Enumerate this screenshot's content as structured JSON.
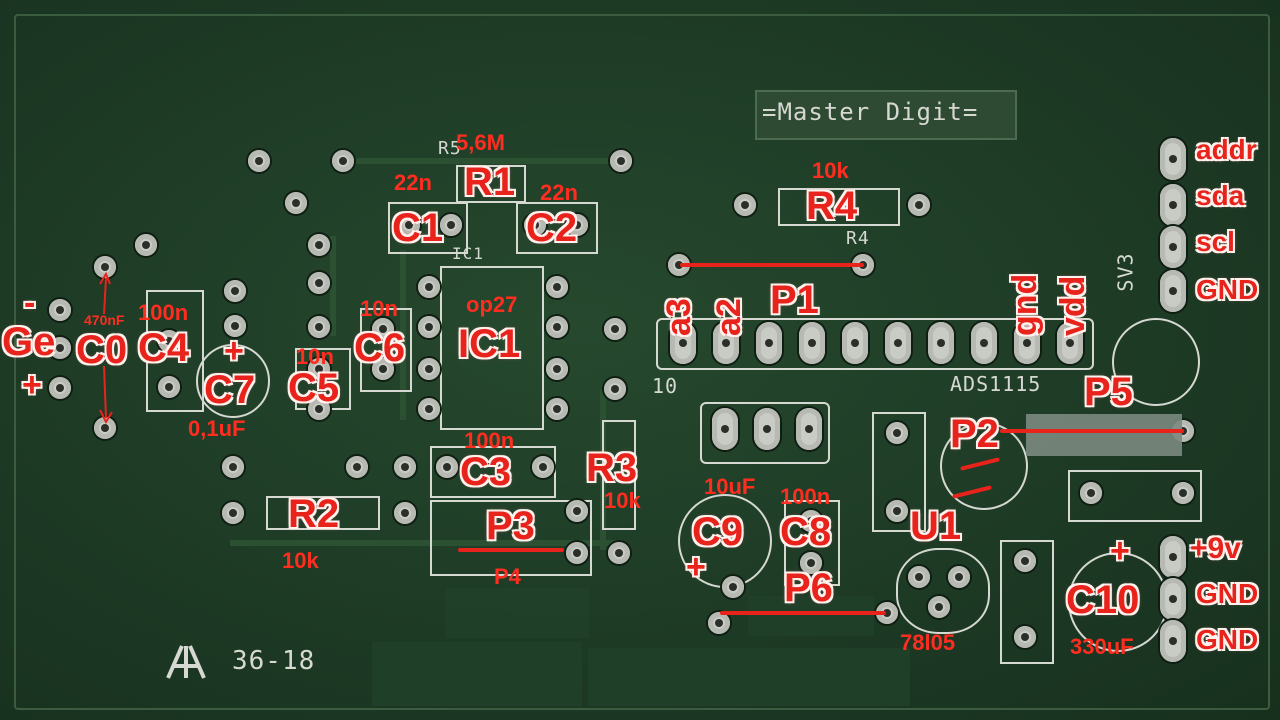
{
  "board": {
    "title": "=Master Digit=",
    "revision": "36-18",
    "logo_icon": "maker-logo-icon"
  },
  "components": {
    "r1": {
      "ref": "R1",
      "value": "5,6M",
      "silk_ref": "R5"
    },
    "r2": {
      "ref": "R2",
      "value": "10k"
    },
    "r3": {
      "ref": "R3",
      "value": "10k"
    },
    "r4": {
      "ref": "R4",
      "value": "10k",
      "silk_ref": "R4"
    },
    "c0": {
      "ref": "C0",
      "value": "470nF"
    },
    "c1": {
      "ref": "C1",
      "value": "22n"
    },
    "c2": {
      "ref": "C2",
      "value": "22n"
    },
    "c3": {
      "ref": "C3",
      "value": "100n"
    },
    "c4": {
      "ref": "C4",
      "value": "100n"
    },
    "c5": {
      "ref": "C5",
      "value": "10n"
    },
    "c6": {
      "ref": "C6",
      "value": "10n"
    },
    "c7": {
      "ref": "C7",
      "value": "0,1uF",
      "polarity": "+"
    },
    "c8": {
      "ref": "C8",
      "value": "100n"
    },
    "c9": {
      "ref": "C9",
      "value": "10uF",
      "polarity": "+"
    },
    "c10": {
      "ref": "C10",
      "value": "330uF",
      "polarity": "+"
    },
    "ic1": {
      "ref": "IC1",
      "value": "op27",
      "silk_ref": "IC1"
    },
    "u1": {
      "ref": "U1",
      "value": "78l05"
    },
    "p1": {
      "ref": "P1",
      "pins": [
        "a3",
        "a2",
        "gnd",
        "vdd"
      ],
      "silk": "ADS1115",
      "pin_num": "10"
    },
    "p2": {
      "ref": "P2"
    },
    "p3": {
      "ref": "P3"
    },
    "p4": {
      "ref": "P4"
    },
    "p5": {
      "ref": "P5"
    },
    "p6": {
      "ref": "P6"
    },
    "ge": {
      "ref": "Ge",
      "minus": "-",
      "plus": "+"
    },
    "sv3": {
      "silk": "SV3",
      "pins": [
        "addr",
        "sda",
        "scl",
        "GND"
      ]
    },
    "power": {
      "pins": [
        "+9v",
        "GND",
        "GND"
      ]
    }
  },
  "colors": {
    "board": "#1f3d27",
    "silkscreen": "#d6d8d2",
    "annotation": "#e8231c",
    "pad": "#c9ccc4"
  }
}
